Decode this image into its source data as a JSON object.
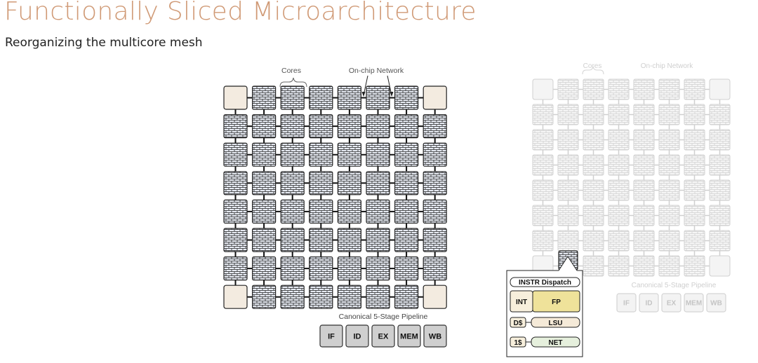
{
  "slide": {
    "title": "Functionally Sliced Microarchitecture",
    "subtitle": "Reorganizing the multicore mesh"
  },
  "mesh_main": {
    "cores_label": "Cores",
    "network_label": "On-chip Network",
    "rows": 8,
    "cols": 8
  },
  "pipeline_main": {
    "label": "Canonical 5-Stage Pipeline",
    "stages": [
      "IF",
      "ID",
      "EX",
      "MEM",
      "WB"
    ]
  },
  "mesh_faded": {
    "cores_label": "Cores",
    "network_label": "On-chip Network"
  },
  "pipeline_faded": {
    "label": "Canonical 5-Stage Pipeline",
    "stages": [
      "IF",
      "ID",
      "EX",
      "MEM",
      "WB"
    ]
  },
  "slice_detail": {
    "dispatch": "INSTR Dispatch",
    "int": "INT",
    "fp": "FP",
    "dcache": "D$",
    "lsu": "LSU",
    "icache": "1$",
    "net": "NET"
  },
  "colors": {
    "title": "#d09a76",
    "corner_tile": "#f3ebe0",
    "core_fill": "#e8ecf4",
    "stage_fill": "#cfcfcf",
    "int_fill": "#f7efdc",
    "fp_fill": "#efe29a",
    "lsu_fill": "#f5ead8",
    "net_fill": "#e6f0dd"
  }
}
